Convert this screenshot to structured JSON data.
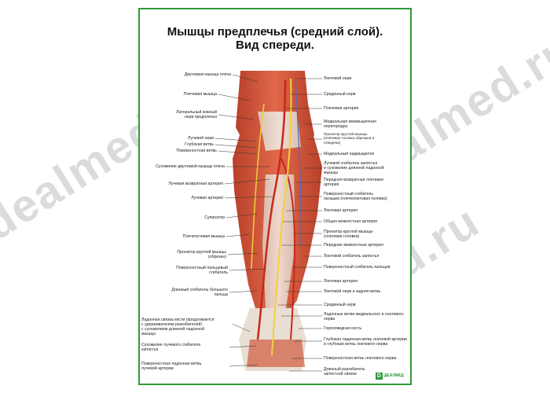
{
  "poster": {
    "title_line1": "Мышцы предплечья (средний слой).",
    "title_line2": "Вид спереди.",
    "watermark": "dealmed.ru",
    "logo_text": "ДЕАЛМЕД",
    "colors": {
      "border": "#2f9a3a",
      "muscle": "#d9573a",
      "tendon": "#e8ddd2"
    }
  },
  "labels_left": [
    "Двуглавая мышца плеча",
    "Плечевая мышца",
    "Латеральный кожный\nнерв предплечья",
    "Лучевой нерв",
    "Глубокая ветвь",
    "Поверхностная ветвь",
    "Сухожилие двуглавой мышцы плеча",
    "Лучевая возвратная артерия",
    "Лучевая артерия",
    "Супинатор",
    "Плечелучевая мышца",
    "Пронатор круглой мышцы\n(обрезан)",
    "Поверхностный пальцевый\nсгибатель",
    "Длинный сгибатель большого\nпальца",
    "Ладонная связка кисти (продолжается\nс удерживателем разгибателей)\nс сухожилием длинной ладонной\nмышцы",
    "Сухожилие лучевого сгибателя\nзапястья",
    "Поверхностная ладонная ветвь\nлучевой артерии"
  ],
  "labels_right": [
    "Локтевой нерв",
    "Срединный нерв",
    "Плечевая артерия",
    "Медиальная межмышечная\nперегородка",
    "Пронатор круглой мышцы\n(плечевая головка обрезана и\nотведена)",
    "Медиальный надмыщелок",
    "Лучевой сгибатель запястья\nи сухожилие длинной ладонной\nмышцы",
    "Передняя возвратная локтевая\nартерия",
    "Поверхностный сгибатель\nпальцев (плечелоктевая головка)",
    "Локтевая артерия",
    "Общая межкостная артерия",
    "Пронатор круглой мышцы\n(локтевая головка)",
    "Передние межкостные артерия",
    "Локтевой сгибатель запястья",
    "Поверхностный сгибатель пальцев",
    "Локтевая артерия",
    "Локтевой нерв и задняя ветвь",
    "Срединный нерв",
    "Ладонные ветви медиального и локтевого\nнерва",
    "Гороховидная кость",
    "Глубокая ладонная ветвь локтевой артерии\nи глубокая ветвь локтевого нерва",
    "Поверхностная ветвь локтевого нерва",
    "Длинный разгибатель\nзапястной связки"
  ]
}
